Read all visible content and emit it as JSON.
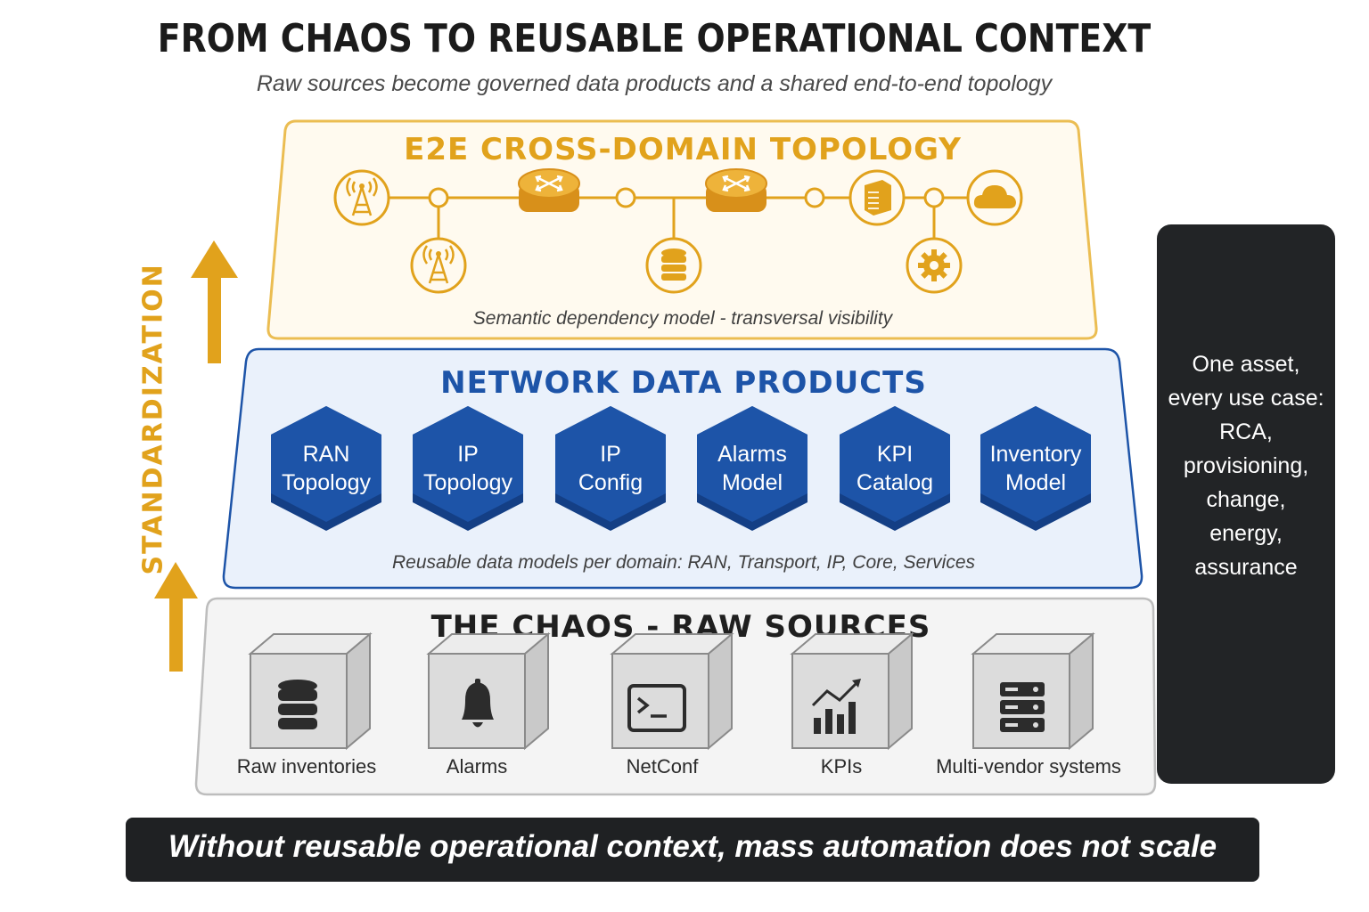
{
  "header": {
    "title": "FROM CHAOS TO REUSABLE OPERATIONAL CONTEXT",
    "subtitle": "Raw sources become governed data products and a shared end-to-end topology"
  },
  "topology_layer": {
    "title": "E2E CROSS-DOMAIN TOPOLOGY",
    "caption": "Semantic dependency model - transversal visibility",
    "nodes": [
      "antenna-icon",
      "router-icon",
      "router-icon",
      "server-cube-icon",
      "cloud-icon",
      "antenna-icon",
      "database-icon",
      "gear-icon"
    ]
  },
  "data_products_layer": {
    "title": "NETWORK DATA PRODUCTS",
    "caption": "Reusable data models per domain: RAN, Transport, IP, Core, Services",
    "products": [
      {
        "line1": "RAN",
        "line2": "Topology"
      },
      {
        "line1": "IP",
        "line2": "Topology"
      },
      {
        "line1": "IP",
        "line2": "Config"
      },
      {
        "line1": "Alarms",
        "line2": "Model"
      },
      {
        "line1": "KPI",
        "line2": "Catalog"
      },
      {
        "line1": "Inventory",
        "line2": "Model"
      }
    ]
  },
  "raw_sources_layer": {
    "title": "THE CHAOS - RAW SOURCES",
    "sources": [
      {
        "label": "Raw inventories",
        "icon": "database-icon"
      },
      {
        "label": "Alarms",
        "icon": "bell-icon"
      },
      {
        "label": "NetConf",
        "icon": "terminal-icon"
      },
      {
        "label": "KPIs",
        "icon": "bar-chart-icon"
      },
      {
        "label": "Multi-vendor systems",
        "icon": "server-rack-icon"
      }
    ]
  },
  "side_panel": {
    "lines": [
      "One asset,",
      "every use case:",
      "RCA,",
      "provisioning,",
      "change,",
      "energy,",
      "assurance"
    ]
  },
  "standardization_label": "STANDARDIZATION",
  "footer": {
    "text": "Without reusable operational context, mass automation does not scale"
  },
  "colors": {
    "gold": "#e1a21c",
    "blue": "#1d54a8",
    "dark": "#222426",
    "gray_box": "#d9d9d9"
  }
}
